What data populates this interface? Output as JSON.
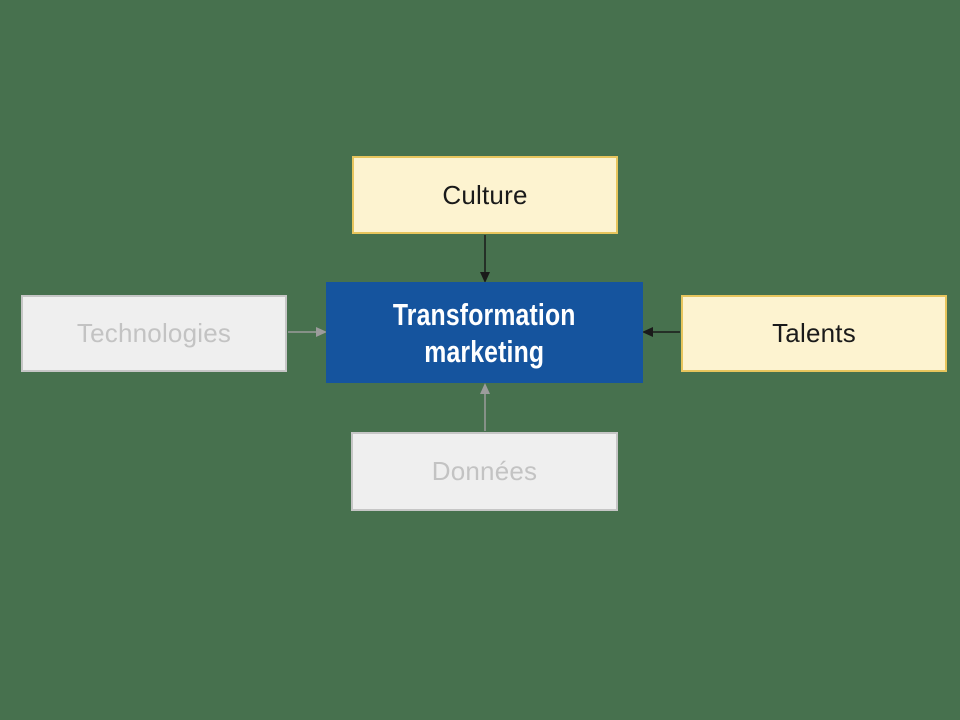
{
  "colors": {
    "background": "#47714E",
    "center-fill": "#15549E",
    "center-text": "#FFFFFF",
    "highlight-fill": "#FDF3D0",
    "highlight-border": "#E7C55D",
    "highlight-text": "#1A1A1A",
    "muted-fill": "#EFEFEF",
    "muted-border": "#C6C6C6",
    "muted-text": "#C3C3C3",
    "arrow-dark": "#1A1A1A",
    "arrow-muted": "#9C9C9C"
  },
  "diagram": {
    "center": {
      "line1": "Transformation",
      "line2": "marketing"
    },
    "nodes": [
      {
        "id": "culture",
        "label": "Culture"
      },
      {
        "id": "technologies",
        "label": "Technologies"
      },
      {
        "id": "talents",
        "label": "Talents"
      },
      {
        "id": "donnees",
        "label": "Données"
      }
    ]
  }
}
